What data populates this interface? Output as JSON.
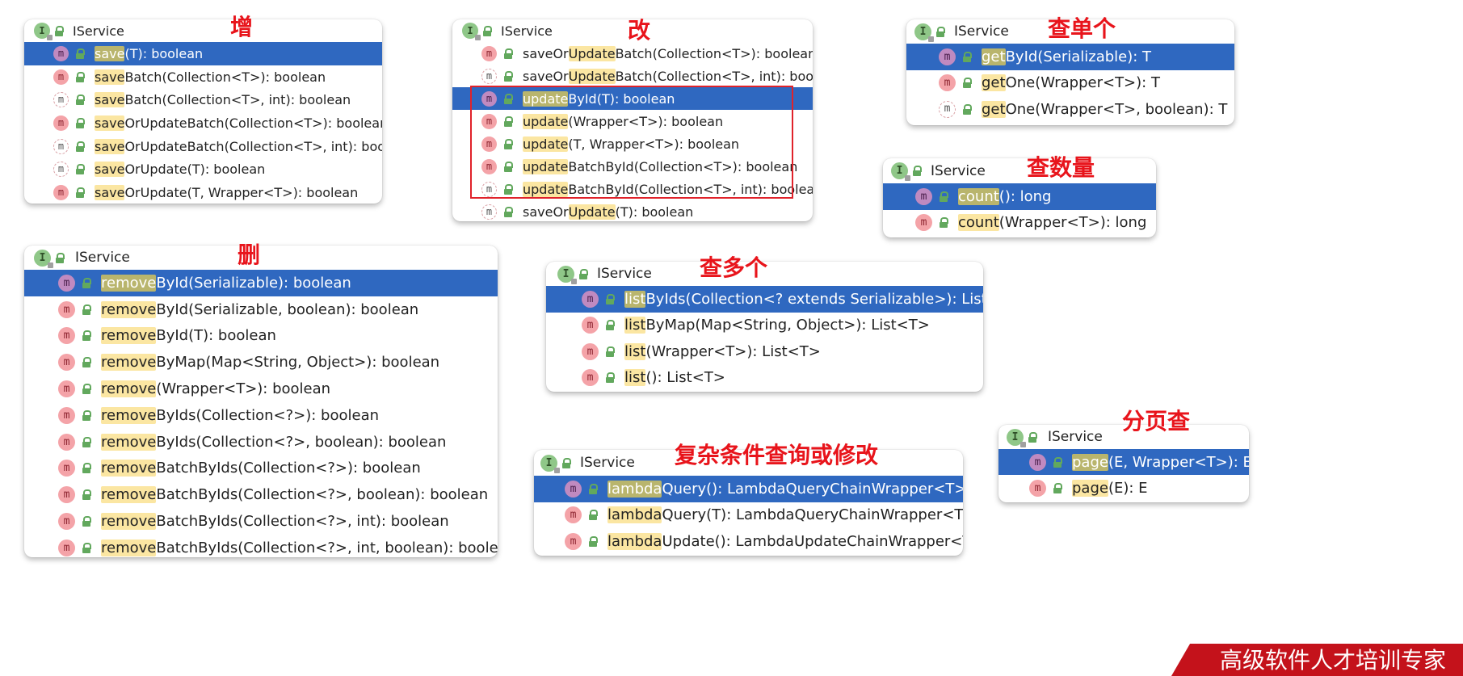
{
  "panels": {
    "save": {
      "heading": "IService",
      "title": "增",
      "rows": [
        {
          "hl": "save",
          "rest": "(T): boolean",
          "sel": true,
          "abs": false
        },
        {
          "hl": "save",
          "rest": "Batch(Collection<T>): boolean",
          "sel": false,
          "abs": false
        },
        {
          "hl": "save",
          "rest": "Batch(Collection<T>, int): boolean",
          "sel": false,
          "abs": true
        },
        {
          "hl": "save",
          "rest": "OrUpdateBatch(Collection<T>): boolean",
          "sel": false,
          "abs": false
        },
        {
          "hl": "save",
          "rest": "OrUpdateBatch(Collection<T>, int): boolean",
          "sel": false,
          "abs": true
        },
        {
          "hl": "save",
          "rest": "OrUpdate(T): boolean",
          "sel": false,
          "abs": true
        },
        {
          "hl": "save",
          "rest": "OrUpdate(T, Wrapper<T>): boolean",
          "sel": false,
          "abs": false
        }
      ]
    },
    "update": {
      "heading": "IService",
      "title": "改",
      "rows": [
        {
          "pre": "saveOr",
          "hl": "Update",
          "rest": "Batch(Collection<T>): boolean",
          "sel": false,
          "abs": false
        },
        {
          "pre": "saveOr",
          "hl": "Update",
          "rest": "Batch(Collection<T>, int): boolean",
          "sel": false,
          "abs": true
        },
        {
          "pre": "",
          "hl": "update",
          "rest": "ById(T): boolean",
          "sel": true,
          "abs": false
        },
        {
          "pre": "",
          "hl": "update",
          "rest": "(Wrapper<T>): boolean",
          "sel": false,
          "abs": false
        },
        {
          "pre": "",
          "hl": "update",
          "rest": "(T, Wrapper<T>): boolean",
          "sel": false,
          "abs": false
        },
        {
          "pre": "",
          "hl": "update",
          "rest": "BatchById(Collection<T>): boolean",
          "sel": false,
          "abs": false
        },
        {
          "pre": "",
          "hl": "update",
          "rest": "BatchById(Collection<T>, int): boolean",
          "sel": false,
          "abs": true
        },
        {
          "pre": "saveOr",
          "hl": "Update",
          "rest": "(T): boolean",
          "sel": false,
          "abs": true
        }
      ]
    },
    "getone": {
      "heading": "IService",
      "title": "查单个",
      "rows": [
        {
          "hl": "get",
          "rest": "ById(Serializable): T",
          "sel": true,
          "abs": false
        },
        {
          "hl": "get",
          "rest": "One(Wrapper<T>): T",
          "sel": false,
          "abs": false
        },
        {
          "hl": "get",
          "rest": "One(Wrapper<T>, boolean): T",
          "sel": false,
          "abs": true
        }
      ]
    },
    "count": {
      "heading": "IService",
      "title": "查数量",
      "rows": [
        {
          "hl": "count",
          "rest": "(): long",
          "sel": true,
          "abs": false
        },
        {
          "hl": "count",
          "rest": "(Wrapper<T>): long",
          "sel": false,
          "abs": false
        }
      ]
    },
    "remove": {
      "heading": "IService",
      "title": "删",
      "rows": [
        {
          "hl": "remove",
          "rest": "ById(Serializable): boolean",
          "sel": true,
          "abs": false
        },
        {
          "hl": "remove",
          "rest": "ById(Serializable, boolean): boolean",
          "sel": false,
          "abs": false
        },
        {
          "hl": "remove",
          "rest": "ById(T): boolean",
          "sel": false,
          "abs": false
        },
        {
          "hl": "remove",
          "rest": "ByMap(Map<String, Object>): boolean",
          "sel": false,
          "abs": false
        },
        {
          "hl": "remove",
          "rest": "(Wrapper<T>): boolean",
          "sel": false,
          "abs": false
        },
        {
          "hl": "remove",
          "rest": "ByIds(Collection<?>): boolean",
          "sel": false,
          "abs": false
        },
        {
          "hl": "remove",
          "rest": "ByIds(Collection<?>, boolean): boolean",
          "sel": false,
          "abs": false
        },
        {
          "hl": "remove",
          "rest": "BatchByIds(Collection<?>): boolean",
          "sel": false,
          "abs": false
        },
        {
          "hl": "remove",
          "rest": "BatchByIds(Collection<?>, boolean): boolean",
          "sel": false,
          "abs": false
        },
        {
          "hl": "remove",
          "rest": "BatchByIds(Collection<?>, int): boolean",
          "sel": false,
          "abs": false
        },
        {
          "hl": "remove",
          "rest": "BatchByIds(Collection<?>, int, boolean): boolean",
          "sel": false,
          "abs": false
        }
      ]
    },
    "list": {
      "heading": "IService",
      "title": "查多个",
      "rows": [
        {
          "hl": "list",
          "rest": "ByIds(Collection<? extends Serializable>): List<T>",
          "sel": true,
          "abs": false
        },
        {
          "hl": "list",
          "rest": "ByMap(Map<String, Object>): List<T>",
          "sel": false,
          "abs": false
        },
        {
          "hl": "list",
          "rest": "(Wrapper<T>): List<T>",
          "sel": false,
          "abs": false
        },
        {
          "hl": "list",
          "rest": "(): List<T>",
          "sel": false,
          "abs": false
        }
      ]
    },
    "lambda": {
      "heading": "IService",
      "title": "复杂条件查询或修改",
      "rows": [
        {
          "hl": "lambda",
          "rest": "Query(): LambdaQueryChainWrapper<T>",
          "sel": true,
          "abs": false
        },
        {
          "hl": "lambda",
          "rest": "Query(T): LambdaQueryChainWrapper<T>",
          "sel": false,
          "abs": false
        },
        {
          "hl": "lambda",
          "rest": "Update(): LambdaUpdateChainWrapper<T>",
          "sel": false,
          "abs": false
        }
      ]
    },
    "page": {
      "heading": "IService",
      "title": "分页查",
      "rows": [
        {
          "hl": "page",
          "rest": "(E, Wrapper<T>): E",
          "sel": true,
          "abs": false
        },
        {
          "hl": "page",
          "rest": "(E): E",
          "sel": false,
          "abs": false
        }
      ]
    }
  },
  "icons": {
    "interface_letter": "I",
    "method_letter": "m"
  },
  "colors": {
    "selection": "#2f68c0",
    "title": "#e8141b",
    "match_highlight": "#fbe6a2",
    "banner": "#c4121b"
  },
  "banner_text": "高级软件人才培训专家"
}
